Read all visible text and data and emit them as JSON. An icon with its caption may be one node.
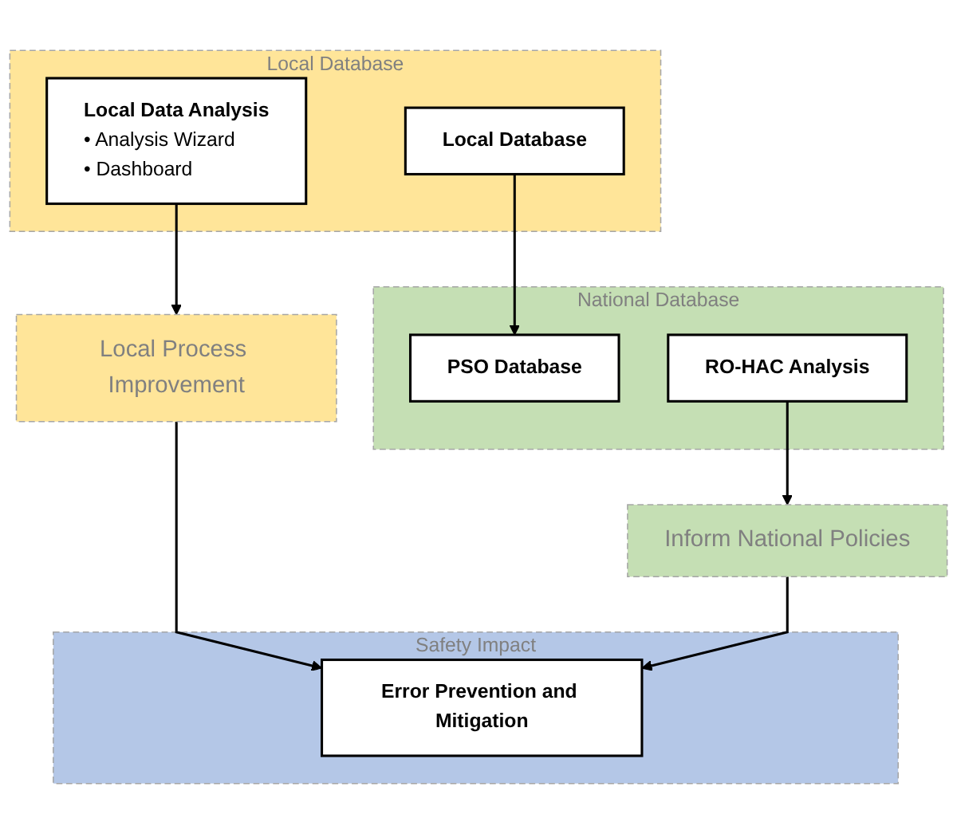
{
  "diagram": {
    "nodes": [
      {
        "text": [
          "Local Database"
        ]
      },
      {
        "text": [
          "Local Database"
        ],
        "in": 0
      },
      {
        "text": [
          "Local Data Analysis",
          "• Analysis Wizard",
          "• Dashboard"
        ],
        "in": 0
      },
      {
        "text": [
          "National Database"
        ]
      },
      {
        "text": [
          "PSO Database"
        ],
        "in": 3
      },
      {
        "text": [
          "RO-HAC Analysis"
        ],
        "in": 3
      },
      {
        "text": [
          "Local Process Improvement"
        ]
      },
      {
        "text": [
          "Inform National Policies"
        ]
      },
      {
        "text": [
          "Safety Impact"
        ]
      },
      {
        "text": [
          "Error Prevention and Mitigation"
        ],
        "in": 8
      }
    ],
    "edges": [
      {
        "from": 1,
        "to": 4,
        "arrow": "to"
      },
      {
        "from": 2,
        "to": 6,
        "arrow": "to"
      },
      {
        "from": 5,
        "to": 7,
        "arrow": "to"
      },
      {
        "from": 6,
        "to": 9,
        "arrow": "to"
      },
      {
        "from": 7,
        "to": 9,
        "arrow": "to"
      }
    ]
  }
}
